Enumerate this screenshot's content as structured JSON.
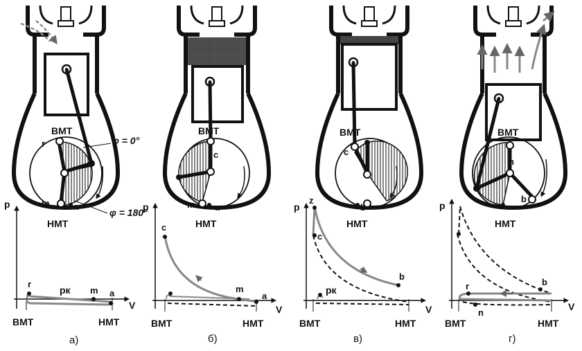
{
  "panels": [
    {
      "caption": "а)",
      "phase": "intake",
      "labels": {
        "top_dead_center": "ВМТ",
        "bottom_dead_center": "НМТ",
        "angle_zero": "φ = 0°",
        "angle_180": "φ = 180°",
        "point_r": "r",
        "point_m": "m",
        "point_a": "a",
        "pressure_line": "pк",
        "axis_p": "p",
        "axis_v": "V",
        "x_left": "ВМТ",
        "x_right": "НМТ"
      }
    },
    {
      "caption": "б)",
      "phase": "compression",
      "labels": {
        "top_dead_center": "ВМТ",
        "bottom_dead_center": "НМТ",
        "point_c": "c",
        "point_m": "m",
        "point_a": "a",
        "point_c_graph": "c",
        "point_m_graph": "m",
        "point_a_graph": "a",
        "axis_p": "p",
        "axis_v": "V",
        "x_left": "ВМТ",
        "x_right": "НМТ"
      }
    },
    {
      "caption": "в)",
      "phase": "expansion",
      "labels": {
        "top_dead_center": "ВМТ",
        "bottom_dead_center": "НМТ",
        "point_c": "c",
        "point_b": "b",
        "point_z_graph": "z",
        "point_c_graph": "c",
        "point_b_graph": "b",
        "pressure_line": "pк",
        "axis_p": "p",
        "axis_v": "V",
        "x_left": "ВМТ",
        "x_right": "НМТ"
      }
    },
    {
      "caption": "г)",
      "phase": "exhaust",
      "labels": {
        "top_dead_center": "ВМТ",
        "bottom_dead_center": "НМТ",
        "point_n": "n",
        "point_b": "b",
        "point_r_graph": "r",
        "point_n_graph": "n",
        "point_b_graph": "b",
        "axis_p": "p",
        "axis_v": "V",
        "x_left": "ВМТ",
        "x_right": "НМТ"
      }
    }
  ]
}
